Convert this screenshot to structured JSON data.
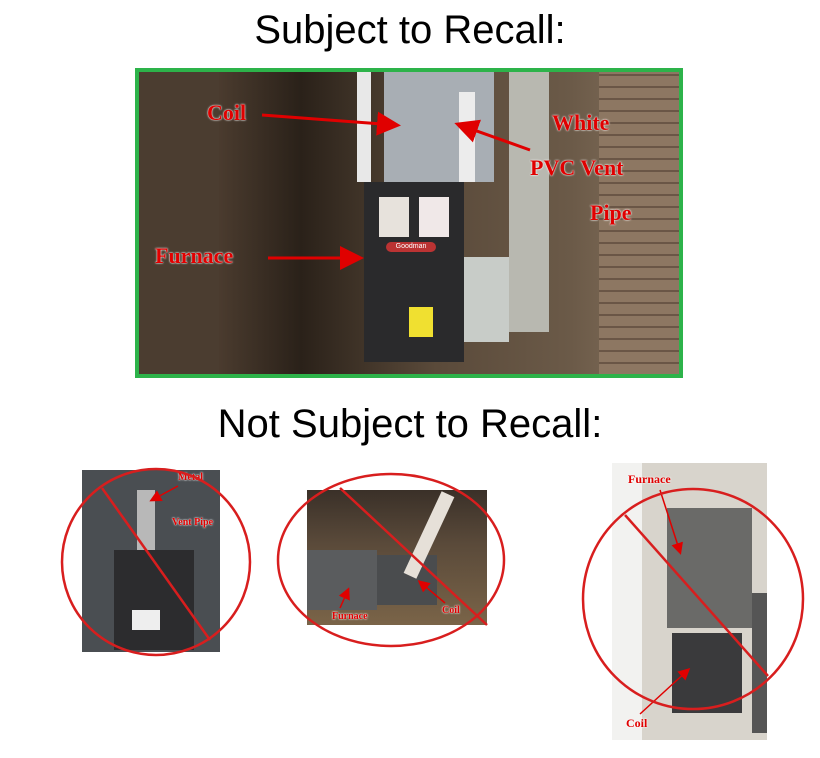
{
  "heading_subject": "Subject to Recall:",
  "heading_not_subject": "Not Subject to Recall:",
  "main_photo": {
    "labels": {
      "coil": "Coil",
      "white": "White",
      "pvc_vent": "PVC Vent",
      "pipe": "Pipe",
      "furnace": "Furnace"
    },
    "brand_badge": "Goodman"
  },
  "photo_1": {
    "labels": {
      "metal": "Metal",
      "vent_pipe": "Vent Pipe"
    }
  },
  "photo_2": {
    "labels": {
      "furnace": "Furnace",
      "coil": "Coil"
    }
  },
  "photo_3": {
    "labels": {
      "furnace": "Furnace",
      "coil": "Coil"
    }
  },
  "colors": {
    "accept_border": "#2db34a",
    "reject_mark": "#d81e1e",
    "label": "#e00000"
  }
}
